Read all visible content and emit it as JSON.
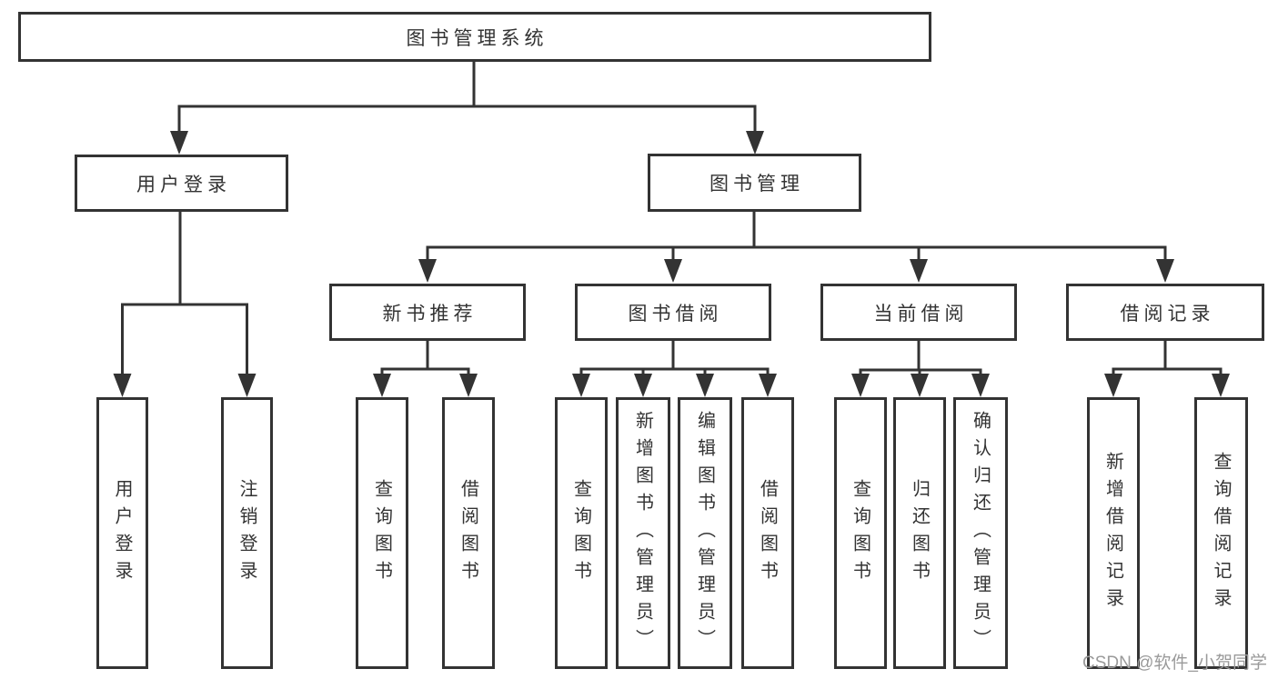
{
  "diagram": {
    "type": "hierarchy-tree",
    "root_label": "图书管理系统",
    "level2": {
      "user_login": "用户登录",
      "book_management": "图书管理"
    },
    "level3": {
      "new_book_recommendation": "新书推荐",
      "book_borrowing": "图书借阅",
      "current_borrowing": "当前借阅",
      "borrowing_records": "借阅记录"
    },
    "leaves": {
      "user_login_leaf": "用户登录",
      "logout": "注销登录",
      "nb_query_books": "查询图书",
      "nb_borrow_books": "借阅图书",
      "bb_query_books": "查询图书",
      "bb_add_books": "新增图书（管理员）",
      "bb_edit_books": "编辑图书（管理员）",
      "bb_borrow_books": "借阅图书",
      "cb_query_books": "查询图书",
      "cb_return_books": "归还图书",
      "cb_confirm_return": "确认归还（管理员）",
      "br_add_record": "新增借阅记录",
      "br_query_record": "查询借阅记录"
    },
    "hierarchy": {
      "图书管理系统": {
        "用户登录": [
          "用户登录",
          "注销登录"
        ],
        "图书管理": {
          "新书推荐": [
            "查询图书",
            "借阅图书"
          ],
          "图书借阅": [
            "查询图书",
            "新增图书（管理员）",
            "编辑图书（管理员）",
            "借阅图书"
          ],
          "当前借阅": [
            "查询图书",
            "归还图书",
            "确认归还（管理员）"
          ],
          "借阅记录": [
            "新增借阅记录",
            "查询借阅记录"
          ]
        }
      }
    }
  },
  "watermark": {
    "text": "CSDN @软件_小贺同学"
  },
  "colors": {
    "line": "#333333",
    "node_border": "#333333",
    "text": "#333333",
    "watermark": "#9a9a9a",
    "background": "#ffffff"
  }
}
